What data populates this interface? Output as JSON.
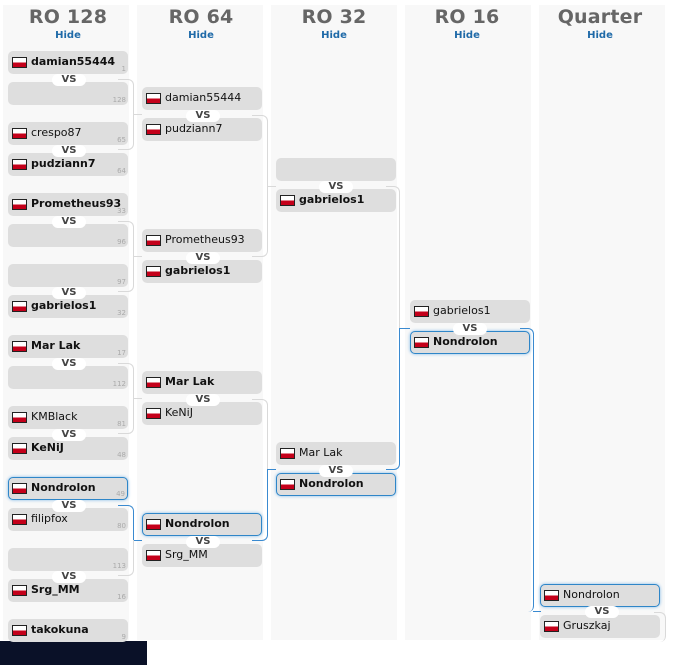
{
  "columns": [
    {
      "title": "RO 128",
      "hide_label": "Hide"
    },
    {
      "title": "RO 64",
      "hide_label": "Hide"
    },
    {
      "title": "RO 32",
      "hide_label": "Hide"
    },
    {
      "title": "RO 16",
      "hide_label": "Hide"
    },
    {
      "title": "Quarter",
      "hide_label": "Hide"
    }
  ],
  "vs_label": "VS",
  "flag_icon": "poland-flag-icon",
  "ro128": [
    {
      "name": "damian55444",
      "seed": "1",
      "winner": true
    },
    {
      "name": "",
      "seed": "128",
      "winner": false
    },
    {
      "name": "crespo87",
      "seed": "65",
      "winner": false
    },
    {
      "name": "pudziann7",
      "seed": "64",
      "winner": true
    },
    {
      "name": "Prometheus93",
      "seed": "33",
      "winner": true
    },
    {
      "name": "",
      "seed": "96",
      "winner": false
    },
    {
      "name": "",
      "seed": "97",
      "winner": false
    },
    {
      "name": "gabrielos1",
      "seed": "32",
      "winner": true
    },
    {
      "name": "Mar Lak",
      "seed": "17",
      "winner": true
    },
    {
      "name": "",
      "seed": "112",
      "winner": false
    },
    {
      "name": "KMBlack",
      "seed": "81",
      "winner": false
    },
    {
      "name": "KeNiJ",
      "seed": "48",
      "winner": true
    },
    {
      "name": "Nondrolon",
      "seed": "49",
      "winner": true,
      "highlighted": true
    },
    {
      "name": "filipfox",
      "seed": "80",
      "winner": false
    },
    {
      "name": "",
      "seed": "113",
      "winner": false
    },
    {
      "name": "Srg_MM",
      "seed": "16",
      "winner": true
    },
    {
      "name": "takokuna",
      "seed": "9",
      "winner": true
    }
  ],
  "ro64": [
    {
      "name": "damian55444",
      "winner": false
    },
    {
      "name": "pudziann7",
      "winner": false
    },
    {
      "name": "Prometheus93",
      "winner": false
    },
    {
      "name": "gabrielos1",
      "winner": true
    },
    {
      "name": "Mar Lak",
      "winner": true
    },
    {
      "name": "KeNiJ",
      "winner": false
    },
    {
      "name": "Nondrolon",
      "winner": true,
      "highlighted": true
    },
    {
      "name": "Srg_MM",
      "winner": false
    }
  ],
  "ro32": [
    {
      "name": "",
      "winner": false
    },
    {
      "name": "gabrielos1",
      "winner": true
    },
    {
      "name": "Mar Lak",
      "winner": false
    },
    {
      "name": "Nondrolon",
      "winner": true,
      "highlighted": true
    }
  ],
  "ro16": [
    {
      "name": "gabrielos1",
      "winner": false
    },
    {
      "name": "Nondrolon",
      "winner": true,
      "highlighted": true
    }
  ],
  "quarter": [
    {
      "name": "Nondrolon",
      "winner": false,
      "highlighted": true
    },
    {
      "name": "Gruszkaj",
      "winner": false
    }
  ]
}
